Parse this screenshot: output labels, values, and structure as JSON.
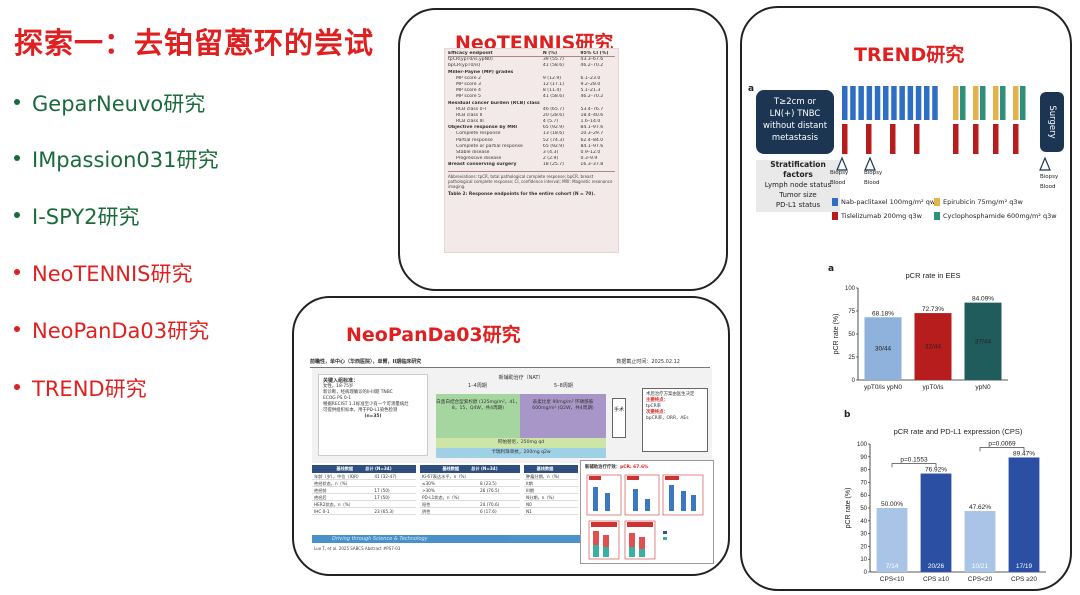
{
  "heading": "探索一：去铂留蒽环的尝试",
  "studies": [
    {
      "label": "GeparNeuvo研究",
      "color": "green"
    },
    {
      "label": "IMpassion031研究",
      "color": "green"
    },
    {
      "label": "I-SPY2研究",
      "color": "green"
    },
    {
      "label": "NeoTENNIS研究",
      "color": "red"
    },
    {
      "label": "NeoPanDa03研究",
      "color": "red"
    },
    {
      "label": "TREND研究",
      "color": "red"
    }
  ],
  "colors": {
    "green": "#1b6b3a",
    "red": "#e02020",
    "bar_blue": "#2e6fc4",
    "bar_red": "#b81d1d",
    "bar_teal": "#215c5c",
    "bar_lightblue": "#8fb2dd",
    "bar_darkblue": "#2a4fa3"
  },
  "neotennis": {
    "title": "NeoTENNIS研究",
    "table": {
      "headers": [
        "Efficacy endpoint",
        "N (%)",
        "95% CI (%)"
      ],
      "rows": [
        {
          "k": "row",
          "c": [
            "tpCR(ypT0/is,ypN0)",
            "39 (55.7)",
            "43.3–67.6"
          ]
        },
        {
          "k": "row",
          "c": [
            "bpCR(ypT0/is)",
            "41 (58.6)",
            "46.2–70.2"
          ]
        },
        {
          "k": "sec",
          "c": [
            "Miller-Payne (MP) grades",
            "",
            ""
          ]
        },
        {
          "k": "sub",
          "c": [
            "MP score 2",
            "9 (12.9)",
            "6.1–23.0"
          ]
        },
        {
          "k": "sub",
          "c": [
            "MP score 3",
            "12 (17.1)",
            "9.2–28.0"
          ]
        },
        {
          "k": "sub",
          "c": [
            "MP score 4",
            "8 (11.4)",
            "5.1–21.3"
          ]
        },
        {
          "k": "sub",
          "c": [
            "MP score 5",
            "41 (58.6)",
            "46.2–70.2"
          ]
        },
        {
          "k": "sec",
          "c": [
            "Residual cancer burden (RCB) class",
            "",
            ""
          ]
        },
        {
          "k": "sub",
          "c": [
            "RCB class 0–I",
            "46 (65.7)",
            "53.4–76.7"
          ]
        },
        {
          "k": "sub",
          "c": [
            "RCB class II",
            "20 (28.6)",
            "18.4–40.6"
          ]
        },
        {
          "k": "sub",
          "c": [
            "RCB class III",
            "4 (5.7)",
            "1.6–14.0"
          ]
        },
        {
          "k": "sec",
          "c": [
            "Objective response by MRI",
            "65 (92.9)",
            "84.1–97.6"
          ]
        },
        {
          "k": "sub",
          "c": [
            "Complete response",
            "13 (18.6)",
            "10.3–29.7"
          ]
        },
        {
          "k": "sub",
          "c": [
            "Partial response",
            "52 (74.3)",
            "62.4–84.0"
          ]
        },
        {
          "k": "sub",
          "c": [
            "Complete or partial response",
            "65 (92.9)",
            "84.1–97.6"
          ]
        },
        {
          "k": "sub",
          "c": [
            "Stable disease",
            "3 (4.3)",
            "0.9–12.0"
          ]
        },
        {
          "k": "sub",
          "c": [
            "Progressive disease",
            "2 (2.9)",
            "0.3–9.9"
          ]
        },
        {
          "k": "sec",
          "c": [
            "Breast conserving surgery",
            "18 (25.7)",
            "16.3–37.8"
          ]
        }
      ],
      "notes": "Abbreviations: tpCR, total pathological complete response; bpCR, breast pathological complete response; CI, confidence interval; MRI: Magnetic resonance imaging.",
      "caption": "Table 2: Response endpoints for the entire cohort (N = 70)."
    }
  },
  "neopanda": {
    "title": "NeoPanDa03研究",
    "design_header": "前瞻性，单中心（华西医院），单臂，II期临床研究",
    "cutoff": "数据截止时间：2025.02.12",
    "inclusion_title": "关键入组标准：",
    "inclusion": [
      "女性，18-75岁",
      "新诊断，经病理确诊的II-III期 TNBC",
      "ECOG PS 0-1",
      "根据RECIST 1.1标准至少有一个可测量病灶",
      "可提供组织标本，用于PD-L1染色检测",
      "(n=35)"
    ],
    "nat_label": "新辅助治疗（NAT）",
    "cycles_1_4": "1–4周期",
    "cycles_5_8": "5–8周期",
    "arm1": "白蛋白结合型紫杉醇 (125mg/m²，d1，8，15，Q4W，共4周期)",
    "arm2": "表柔比星 90mg/m² 环磷酰胺 600mg/m² (Q2W，共4周期)",
    "drug_row1": "阿帕替尼，250mg qd",
    "drug_row2": "卡瑞利珠单抗，200mg q2w",
    "surgery": "手术",
    "post": "术后治疗方案由医生决定",
    "primary_label": "主要终点：",
    "primary": "tpCR率",
    "secondary_label": "次要终点：",
    "secondary": "bpCR率，ORR，AEs",
    "tables": [
      {
        "header": "基线数据",
        "sub": "总计 (N=34)",
        "rows": [
          "年龄（岁），中位（IQR）",
          "绝经状态，n（%）",
          "绝经前",
          "绝经后",
          "HER2状态，n（%）",
          "IHC 0-1"
        ],
        "vals": [
          "41 (32-47)",
          "",
          "17 (50)",
          "17 (50)",
          "",
          "23 (65.3)"
        ]
      },
      {
        "header": "基线数据",
        "sub": "总计 (N=34)",
        "rows": [
          "Ki-67表达水平，n（%）",
          "≤30%",
          ">30%",
          "PD-L1状态，n（%）",
          "阳性",
          "阴性"
        ],
        "vals": [
          "",
          "8 (23.5)",
          "26 (76.5)",
          "",
          "24 (70.6)",
          "6 (17.6)"
        ]
      },
      {
        "header": "基线数据",
        "sub": "",
        "rows": [
          "肿瘤分期，n（%）",
          "II期",
          "III期",
          "N分期，n（%）",
          "N0",
          "N1"
        ],
        "vals": [
          "",
          "",
          "",
          "",
          "",
          ""
        ]
      }
    ],
    "band_text": "Driving through Science & Technology",
    "cite": "Luo T, et al. 2025 SABCS Abstract #PS7-03",
    "forest_title": "新辅助治疗疗效：",
    "forest_value": "pCR: 67.6%"
  },
  "trend": {
    "title": "TREND研究",
    "panel_a": "a",
    "criteria": "T≥2cm or LN(+) TNBC without distant metastasis",
    "surgery": "Surgery",
    "strat_title": "Stratification factors",
    "strat": [
      "Lymph node status",
      "Tumor size",
      "PD-L1 status"
    ],
    "biopsy": "Biopsy",
    "blood": "Blood",
    "legend": [
      {
        "label": "Nab-paclitaxel 100mg/m² qw",
        "color": "#2e6fc4"
      },
      {
        "label": "Tislelizumab 200mg q3w",
        "color": "#b81d1d"
      },
      {
        "label": "Epirubicin 75mg/m² q3w",
        "color": "#e2b34a"
      },
      {
        "label": "Cyclophosphamide 600mg/m² q3w",
        "color": "#2e8f7a"
      }
    ]
  },
  "chart_data": [
    {
      "type": "bar",
      "panel": "a",
      "title": "pCR rate in EES",
      "ylabel": "pCR rate (%)",
      "ylim": [
        0,
        100
      ],
      "yticks": [
        0,
        25,
        50,
        75,
        100
      ],
      "categories": [
        "ypT0/is ypN0",
        "ypT0/is",
        "ypN0"
      ],
      "values": [
        68.18,
        72.73,
        84.09
      ],
      "value_labels": [
        "68.18%",
        "72.73%",
        "84.09%"
      ],
      "inner_labels": [
        "30/44",
        "32/44",
        "37/44"
      ],
      "colors": [
        "#8fb2dd",
        "#b81d1d",
        "#215c5c"
      ]
    },
    {
      "type": "bar",
      "panel": "b",
      "title": "pCR rate and PD-L1 expression (CPS)",
      "ylabel": "pCR rate (%)",
      "ylim": [
        0,
        100
      ],
      "yticks": [
        0,
        10,
        20,
        30,
        40,
        50,
        60,
        70,
        80,
        90,
        100
      ],
      "categories": [
        "CPS<10",
        "CPS ≥10",
        "CPS<20",
        "CPS ≥20"
      ],
      "values": [
        50.0,
        76.92,
        47.62,
        89.47
      ],
      "value_labels": [
        "50.00%",
        "76.92%",
        "47.62%",
        "89.47%"
      ],
      "inner_labels": [
        "7/14",
        "20/26",
        "10/21",
        "17/19"
      ],
      "colors": [
        "#a9c4e6",
        "#2a4fa3",
        "#a9c4e6",
        "#2a4fa3"
      ],
      "pvalues": [
        {
          "label": "p=0.1553",
          "pair": [
            0,
            1
          ]
        },
        {
          "label": "p=0.0069",
          "pair": [
            2,
            3
          ]
        }
      ]
    }
  ]
}
